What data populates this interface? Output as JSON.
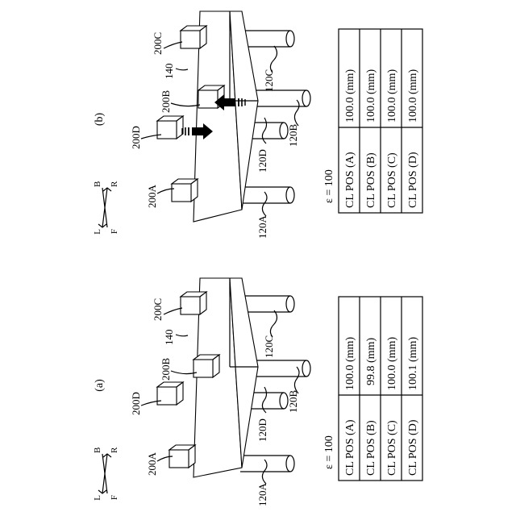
{
  "panels": [
    {
      "title": "(a)",
      "labels": {
        "a": "200A",
        "b": "200B",
        "c": "200C",
        "d": "200D",
        "base": "140",
        "col_a": "120A",
        "col_b": "120B",
        "col_c": "120C",
        "col_d": "120D"
      },
      "compass": {
        "l": "L",
        "f": "F",
        "b": "B",
        "r": "R"
      },
      "epsilon": "ε = 100",
      "table": [
        [
          "CL POS (A)",
          "100.0 (mm)"
        ],
        [
          "CL POS (B)",
          "99.8 (mm)"
        ],
        [
          "CL POS (C)",
          "100.0 (mm)"
        ],
        [
          "CL POS (D)",
          "100.1 (mm)"
        ]
      ]
    },
    {
      "title": "(b)",
      "labels": {
        "a": "200A",
        "b": "200B",
        "c": "200C",
        "d": "200D",
        "base": "140",
        "col_a": "120A",
        "col_b": "120B",
        "col_c": "120C",
        "col_d": "120D"
      },
      "compass": {
        "l": "L",
        "f": "F",
        "b": "B",
        "r": "R"
      },
      "epsilon": "ε = 100",
      "table": [
        [
          "CL POS (A)",
          "100.0 (mm)"
        ],
        [
          "CL POS (B)",
          "100.0 (mm)"
        ],
        [
          "CL POS (C)",
          "100.0 (mm)"
        ],
        [
          "CL POS (D)",
          "100.0 (mm)"
        ]
      ]
    }
  ]
}
